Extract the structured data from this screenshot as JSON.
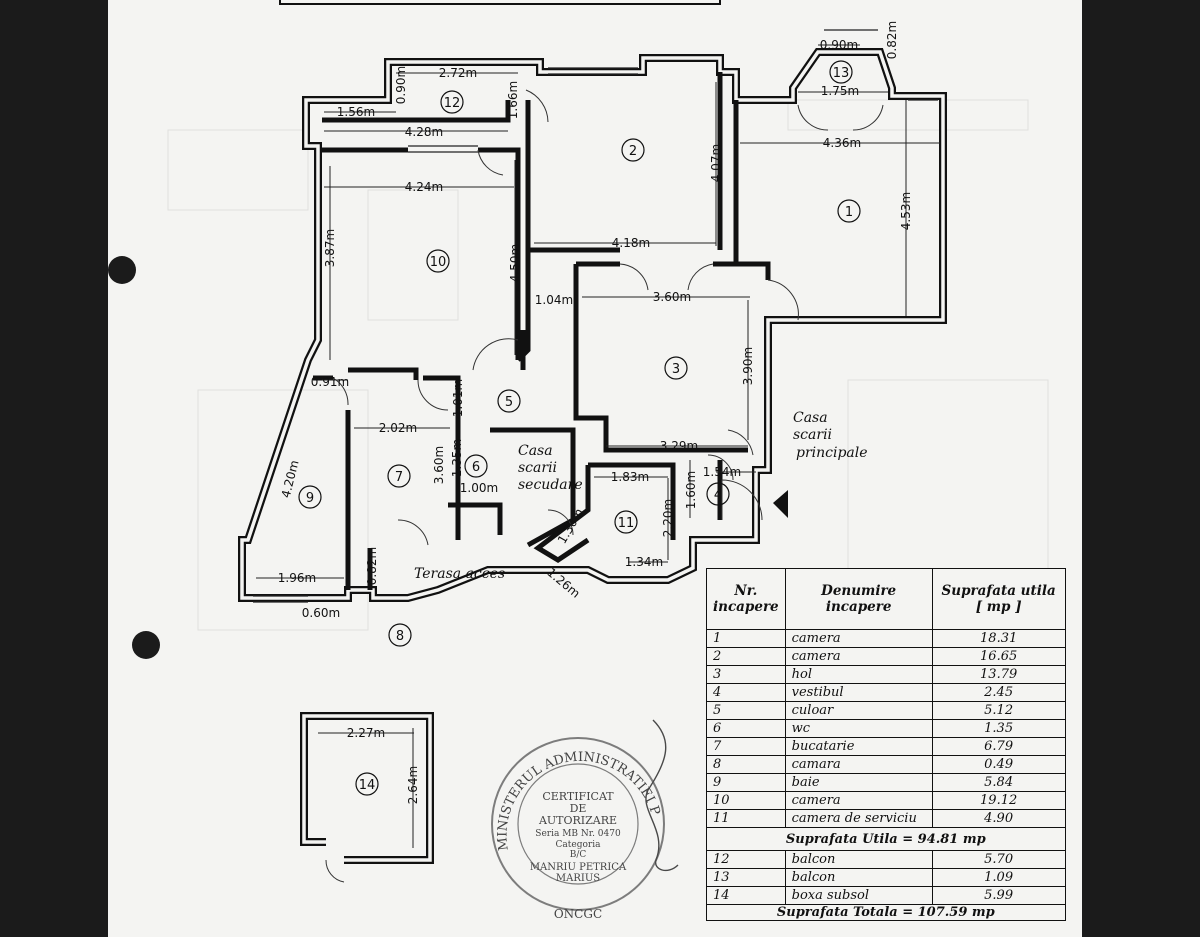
{
  "rooms": {
    "r1": "1",
    "r2": "2",
    "r3": "3",
    "r4": "4",
    "r5": "5",
    "r6": "6",
    "r7": "7",
    "r8": "8",
    "r9": "9",
    "r10": "10",
    "r11": "11",
    "r12": "12",
    "r13": "13",
    "r14": "14"
  },
  "dims": {
    "d090w": "0.90m",
    "d082": "0.82m",
    "d272": "2.72m",
    "d090": "0.90m",
    "d166": "1.66m",
    "d156": "1.56m",
    "d428": "4.28m",
    "d175": "1.75m",
    "d436": "4.36m",
    "d424": "4.24m",
    "d407": "4.07m",
    "d453": "4.53m",
    "d387": "3.87m",
    "d450": "4.50m",
    "d418": "4.18m",
    "d104": "1.04m",
    "d360h": "3.60m",
    "d390": "3.90m",
    "d091": "0.91m",
    "d101": "1.01m",
    "d202": "2.02m",
    "d360v": "3.60m",
    "d135": "1.35m",
    "d100": "1.00m",
    "d329": "3.29m",
    "d154": "1.54m",
    "d160": "1.60m",
    "d183": "1.83m",
    "d220": "2.20m",
    "d130": "1.30m",
    "d134": "1.34m",
    "d126": "1.26m",
    "d420": "4.20m",
    "d196": "1.96m",
    "d082b": "0.82m",
    "d060": "0.60m",
    "d227": "2.27m",
    "d264": "2.64m"
  },
  "labels": {
    "casa_secundara": [
      "Casa",
      "scarii",
      "secudare"
    ],
    "casa_principala": [
      "Casa",
      "scarii",
      "principale"
    ],
    "terasa": "Terasa acces"
  },
  "table": {
    "headers": [
      "Nr. incapere",
      "Denumire incapere",
      "Suprafata utila [ mp ]"
    ],
    "rows": [
      {
        "nr": "1",
        "name": "camera",
        "area": "18.31"
      },
      {
        "nr": "2",
        "name": "camera",
        "area": "16.65"
      },
      {
        "nr": "3",
        "name": "hol",
        "area": "13.79"
      },
      {
        "nr": "4",
        "name": "vestibul",
        "area": "2.45"
      },
      {
        "nr": "5",
        "name": "culoar",
        "area": "5.12"
      },
      {
        "nr": "6",
        "name": "wc",
        "area": "1.35"
      },
      {
        "nr": "7",
        "name": "bucatarie",
        "area": "6.79"
      },
      {
        "nr": "8",
        "name": "camara",
        "area": "0.49"
      },
      {
        "nr": "9",
        "name": "baie",
        "area": "5.84"
      },
      {
        "nr": "10",
        "name": "camera",
        "area": "19.12"
      },
      {
        "nr": "11",
        "name": "camera de serviciu",
        "area": "4.90"
      }
    ],
    "summary_util": "Suprafata Utila = 94.81 mp",
    "balcony_rows": [
      {
        "nr": "12",
        "name": "balcon",
        "area": "5.70"
      },
      {
        "nr": "13",
        "name": "balcon",
        "area": "1.09"
      },
      {
        "nr": "14",
        "name": "boxa subsol",
        "area": "5.99"
      }
    ],
    "summary_total": "Suprafata Totala = 107.59 mp"
  },
  "stamp": {
    "ring_top": "MINISTERUL ADMINISTRATIEI PUBLICE",
    "line1": "CERTIFICAT",
    "line2": "DE",
    "line3": "AUTORIZARE",
    "line4": "Seria MB Nr. 0470",
    "line5": "Categoria",
    "line6": "B/C",
    "line7": "MANRIU PETRICA",
    "line8": "MARIUS",
    "bottom": "ONCGC"
  }
}
